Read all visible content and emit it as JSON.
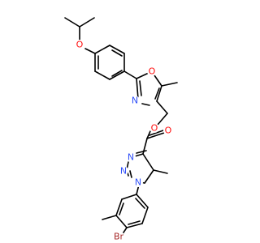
{
  "diagram": {
    "atoms": {
      "o_ether": {
        "text": "O",
        "color": "#ff0d0d"
      },
      "o_oxazole": {
        "text": "O",
        "color": "#ff0d0d"
      },
      "n_oxazole": {
        "text": "N",
        "color": "#3050f8"
      },
      "o_ester": {
        "text": "O",
        "color": "#ff0d0d"
      },
      "o_carbonyl": {
        "text": "O",
        "color": "#ff0d0d"
      },
      "n_triazole_1": {
        "text": "N",
        "color": "#3050f8"
      },
      "n_triazole_2": {
        "text": "N",
        "color": "#3050f8"
      },
      "n_triazole_3": {
        "text": "N",
        "color": "#3050f8"
      },
      "br": {
        "text": "Br",
        "color": "#a62929"
      }
    }
  }
}
